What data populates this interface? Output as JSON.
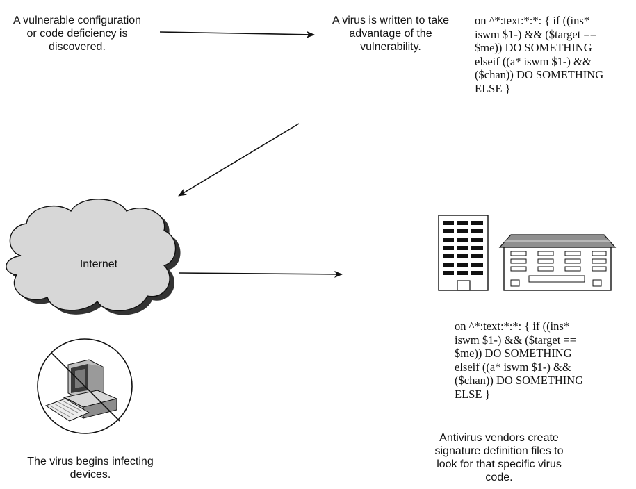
{
  "steps": {
    "discovery": "A vulnerable configuration\nor code deficiency is\ndiscovered.",
    "virus_written": "A virus is written to take\nadvantage of the\nvulnerability.",
    "infecting": "The virus begins infecting\ndevices.",
    "antivirus": "Antivirus vendors create\nsignature definition files to\nlook for that specific virus\ncode."
  },
  "cloud_label": "Internet",
  "code_snippet_top": "on ^*:text:*:*: { if ((ins*\niswm $1-) && ($target ==\n$me)) DO SOMETHING\nelseif ((a* iswm $1-) &&\n($chan)) DO SOMETHING\nELSE }",
  "code_snippet_bottom": "on ^*:text:*:*: { if ((ins*\niswm $1-) && ($target ==\n$me)) DO SOMETHING\nelseif ((a* iswm $1-) &&\n($chan)) DO SOMETHING\nELSE }",
  "icons": [
    "cloud-icon",
    "prohibited-computer-icon",
    "office-tower-icon",
    "office-building-icon"
  ]
}
